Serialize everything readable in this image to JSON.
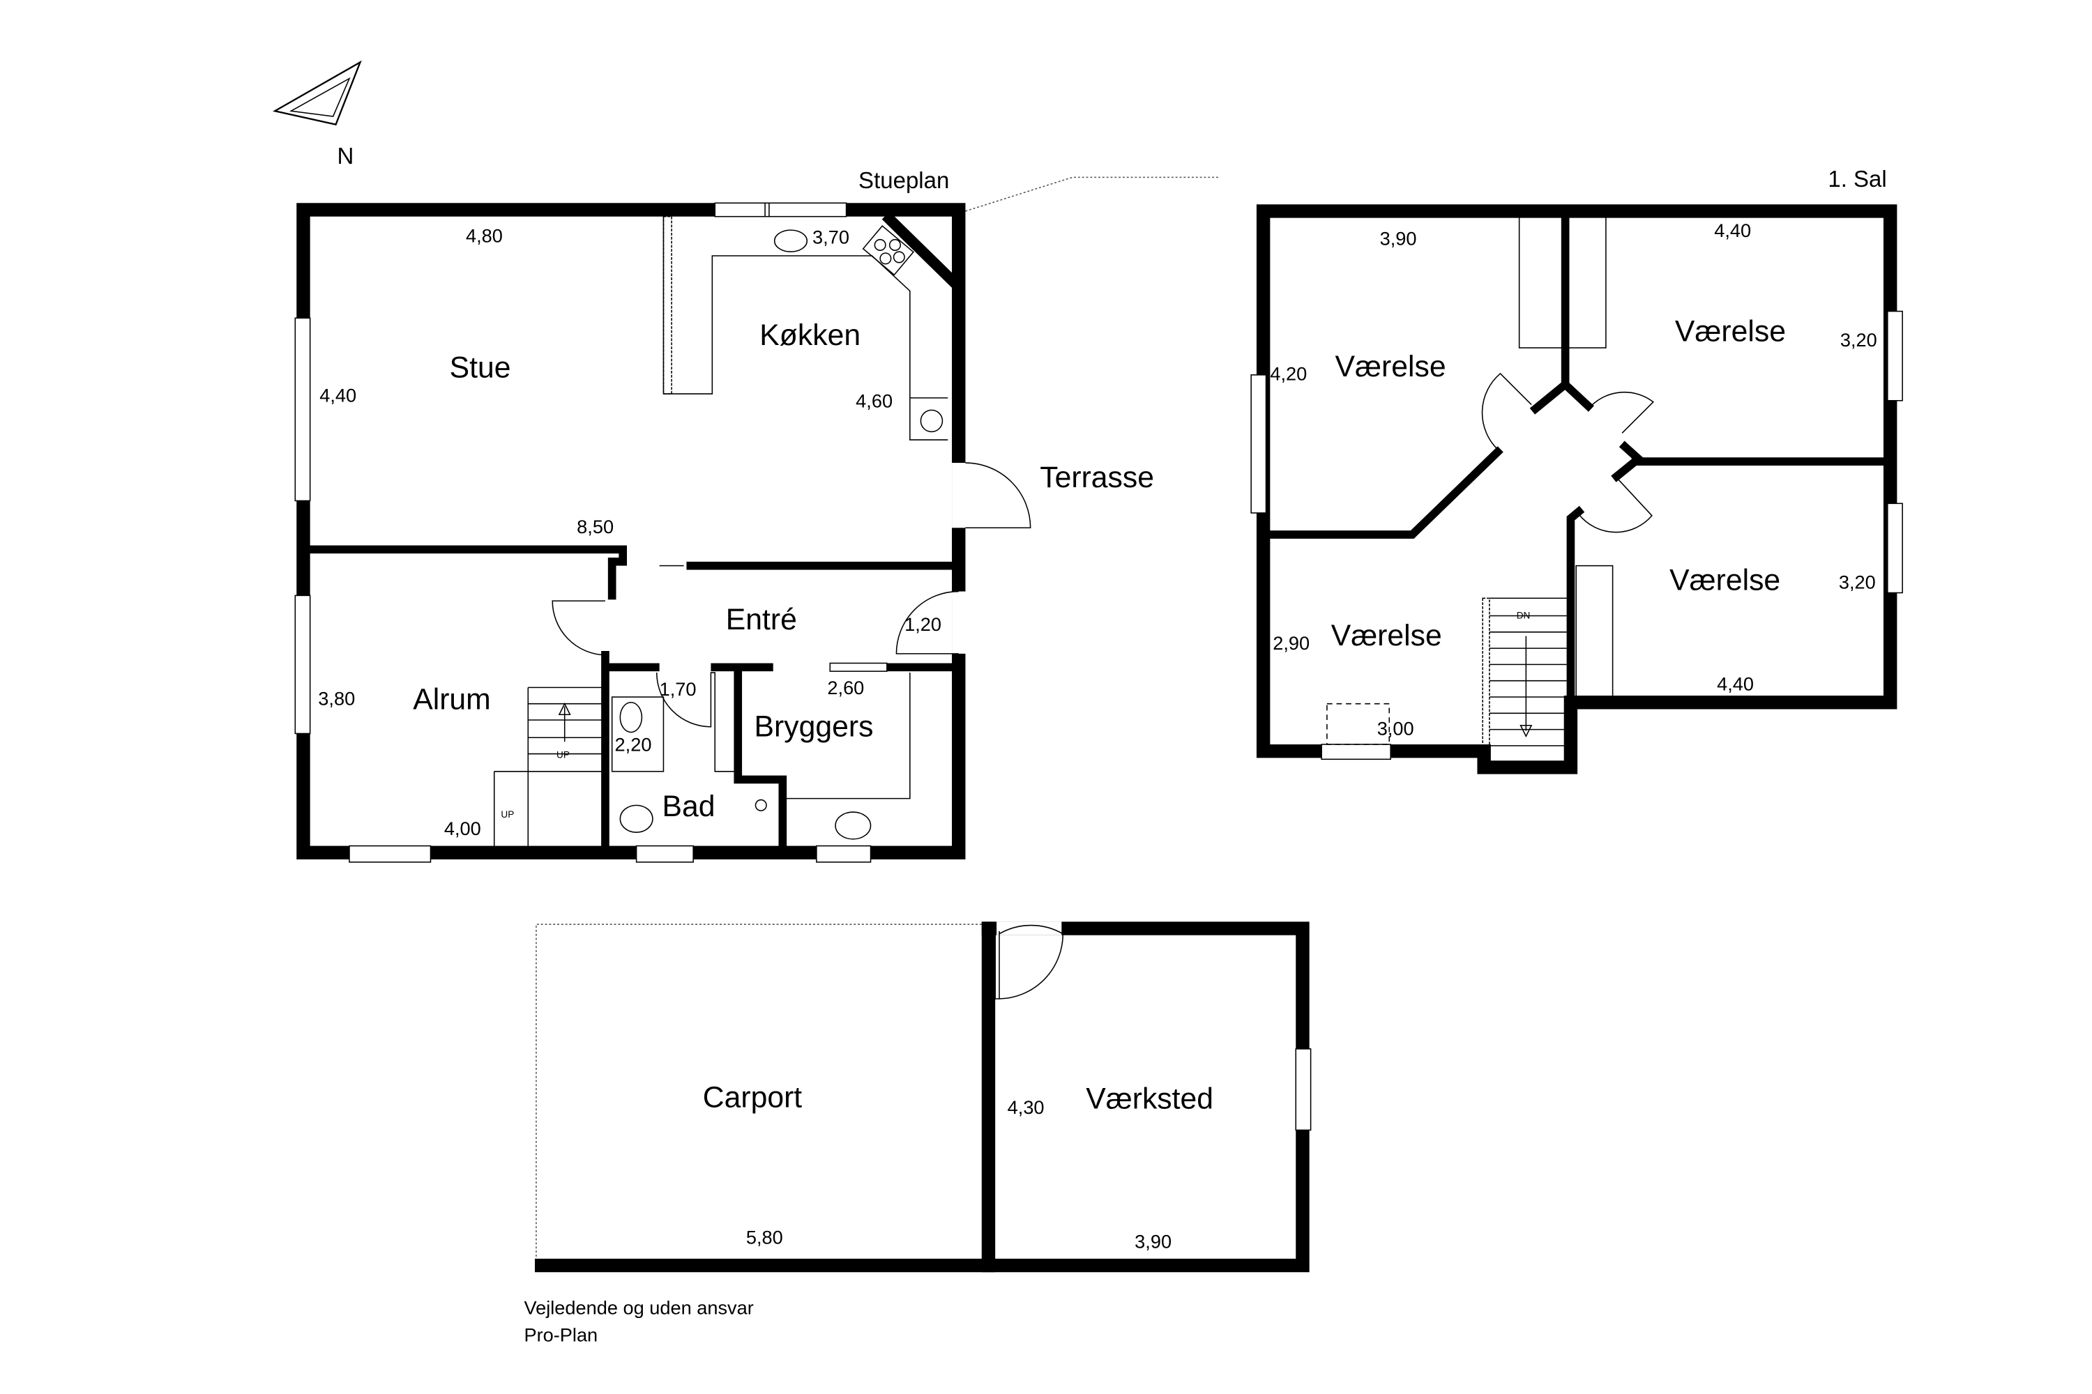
{
  "compass": {
    "label": "N"
  },
  "ground_floor": {
    "title": "Stueplan",
    "rooms": {
      "stue": "Stue",
      "kokken": "Køkken",
      "terrasse": "Terrasse",
      "entre": "Entré",
      "alrum": "Alrum",
      "bryggers": "Bryggers",
      "bad": "Bad"
    },
    "dimensions": {
      "stue_width": "4,80",
      "stue_depth": "4,40",
      "kokken_width": "3,70",
      "kokken_depth": "4,60",
      "total": "8,50",
      "entre_door": "1,20",
      "alrum_depth": "3,80",
      "alrum_width": "4,00",
      "bad_width": "1,70",
      "bad_depth": "2,20",
      "bryggers_width": "2,60"
    },
    "stair_labels": {
      "up1": "UP",
      "up2": "UP"
    }
  },
  "first_floor": {
    "title": "1. Sal",
    "rooms": {
      "vaerelse_nw": "Værelse",
      "vaerelse_ne": "Værelse",
      "vaerelse_sw": "Værelse",
      "vaerelse_se": "Værelse"
    },
    "dimensions": {
      "nw_width": "3,90",
      "nw_depth": "4,20",
      "ne_width": "4,40",
      "ne_depth": "3,20",
      "se_depth": "3,20",
      "se_width": "4,40",
      "sw_depth": "2,90",
      "sw_width": "3,00"
    },
    "stair_label": "DN"
  },
  "outbuilding": {
    "rooms": {
      "carport": "Carport",
      "vaerksted": "Værksted"
    },
    "dimensions": {
      "carport_width": "5,80",
      "vaerksted_depth": "4,30",
      "vaerksted_width": "3,90"
    }
  },
  "footer": {
    "disclaimer": "Vejledende og uden ansvar",
    "company": "Pro-Plan"
  }
}
